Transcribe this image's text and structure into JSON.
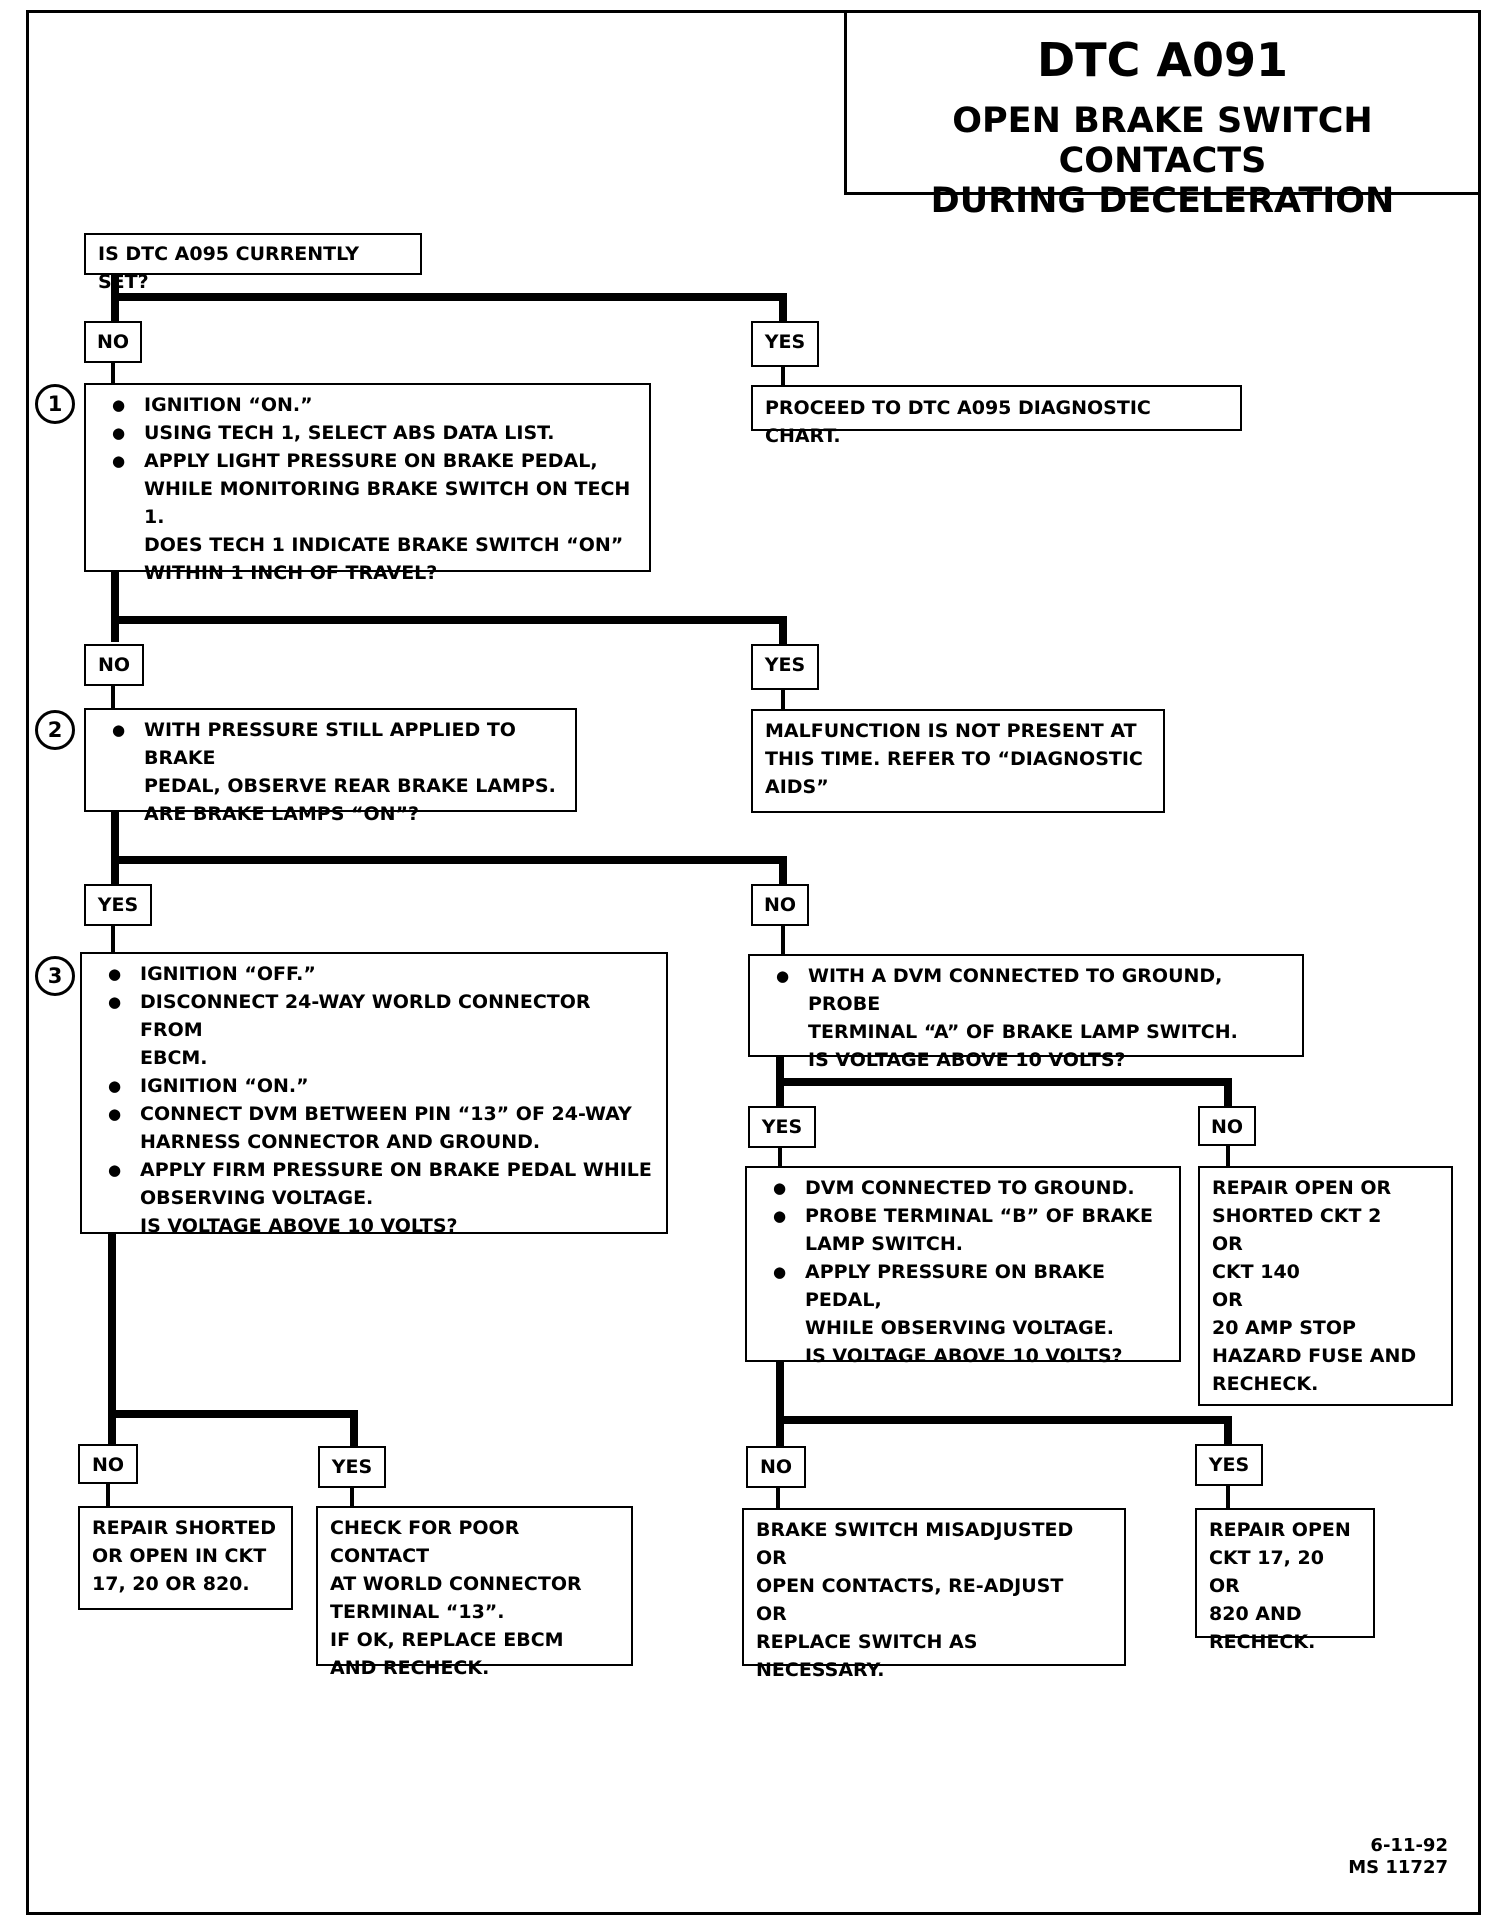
{
  "header": {
    "code": "DTC A091",
    "description_line1": "OPEN BRAKE SWITCH CONTACTS",
    "description_line2": "DURING DECELERATION"
  },
  "flow": {
    "start_question": "IS DTC A095 CURRENTLY SET?",
    "no_1": "NO",
    "yes_1": "YES",
    "proceed": "PROCEED TO DTC A095 DIAGNOSTIC CHART.",
    "step1": {
      "number": "1",
      "bullets": [
        "IGNITION “ON.”",
        "USING TECH 1, SELECT ABS DATA LIST.",
        "APPLY LIGHT PRESSURE ON BRAKE PEDAL,"
      ],
      "continuation": [
        "WHILE MONITORING BRAKE SWITCH ON TECH 1.",
        "DOES TECH 1 INDICATE BRAKE SWITCH “ON”",
        "WITHIN 1 INCH OF TRAVEL?"
      ]
    },
    "no_2": "NO",
    "yes_2": "YES",
    "malfunction": [
      "MALFUNCTION IS NOT PRESENT AT",
      "THIS TIME.  REFER TO “DIAGNOSTIC",
      "AIDS”"
    ],
    "step2": {
      "number": "2",
      "bullet": "WITH PRESSURE STILL APPLIED TO BRAKE",
      "continuation": [
        "PEDAL, OBSERVE REAR BRAKE LAMPS.",
        "ARE BRAKE LAMPS “ON”?"
      ]
    },
    "yes_3": "YES",
    "no_3": "NO",
    "step3": {
      "number": "3",
      "bullets": [
        [
          "IGNITION “OFF.”"
        ],
        [
          "DISCONNECT 24-WAY WORLD CONNECTOR FROM",
          "EBCM."
        ],
        [
          "IGNITION “ON.”"
        ],
        [
          "CONNECT DVM BETWEEN PIN “13” OF 24-WAY",
          "HARNESS CONNECTOR  AND GROUND."
        ],
        [
          "APPLY FIRM PRESSURE ON BRAKE PEDAL WHILE",
          "OBSERVING VOLTAGE.",
          "IS VOLTAGE  ABOVE 10 VOLTS?"
        ]
      ]
    },
    "dvm_a": {
      "bullet": "WITH A DVM CONNECTED TO GROUND, PROBE",
      "continuation": [
        "TERMINAL “A” OF BRAKE LAMP SWITCH.",
        "IS VOLTAGE ABOVE 10 VOLTS?"
      ]
    },
    "yes_4": "YES",
    "no_4": "NO",
    "dvm_b": {
      "bullets": [
        [
          "DVM CONNECTED TO GROUND."
        ],
        [
          "PROBE TERMINAL “B” OF BRAKE",
          "LAMP SWITCH."
        ],
        [
          "APPLY PRESSURE ON BRAKE PEDAL,",
          "WHILE OBSERVING VOLTAGE.",
          "IS VOLTAGE ABOVE 10 VOLTS?"
        ]
      ]
    },
    "repair_ckt2": [
      "REPAIR OPEN OR",
      "SHORTED CKT 2",
      "OR",
      "CKT 140",
      "OR",
      "20 AMP STOP",
      "HAZARD FUSE AND",
      "RECHECK."
    ],
    "no_5": "NO",
    "yes_5": "YES",
    "repair_shorted": [
      "REPAIR SHORTED",
      "OR OPEN IN CKT",
      "17, 20 OR 820."
    ],
    "check_poor": [
      "CHECK FOR POOR CONTACT",
      "AT WORLD CONNECTOR",
      "TERMINAL “13”.",
      "IF OK, REPLACE EBCM",
      "AND RECHECK."
    ],
    "no_6": "NO",
    "yes_6": "YES",
    "brake_switch": [
      "BRAKE SWITCH MISADJUSTED",
      "OR",
      "OPEN CONTACTS, RE-ADJUST",
      "OR",
      "REPLACE SWITCH AS NECESSARY."
    ],
    "repair_open": [
      "REPAIR OPEN",
      "CKT 17, 20 OR",
      "820 AND",
      "RECHECK."
    ]
  },
  "footer": {
    "date": "6-11-92",
    "ref": "MS 11727"
  }
}
